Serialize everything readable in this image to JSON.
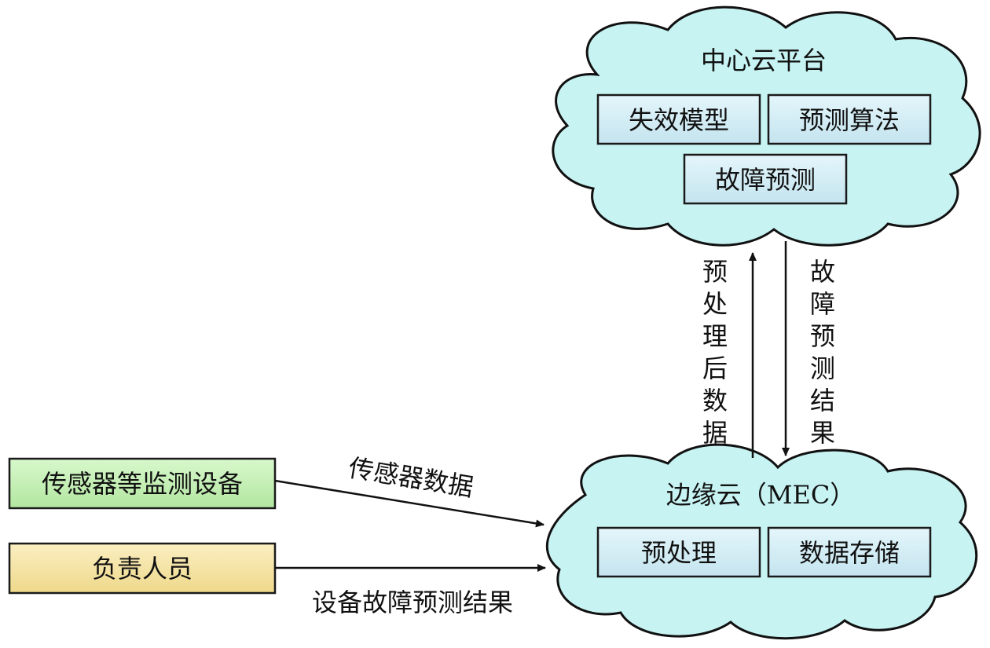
{
  "colors": {
    "cloud_fill": "#c8f3f3",
    "box_fill": "#d4eef7",
    "sensor_fill": "#c7f2b8",
    "person_fill": "#f6e6a8",
    "line": "#111111"
  },
  "central_cloud": {
    "title": "中心云平台",
    "modules": [
      "失效模型",
      "预测算法",
      "故障预测"
    ]
  },
  "edge_cloud": {
    "title": "边缘云（MEC）",
    "modules": [
      "预处理",
      "数据存储"
    ]
  },
  "sources": {
    "sensor_device": "传感器等监测设备",
    "responsible_person": "负责人员"
  },
  "flows": {
    "sensor_data": "传感器数据",
    "fault_result_to_person": "设备故障预测结果",
    "up_label": [
      "预",
      "处",
      "理",
      "后",
      "数",
      "据"
    ],
    "down_label": [
      "故",
      "障",
      "预",
      "测",
      "结",
      "果"
    ]
  }
}
